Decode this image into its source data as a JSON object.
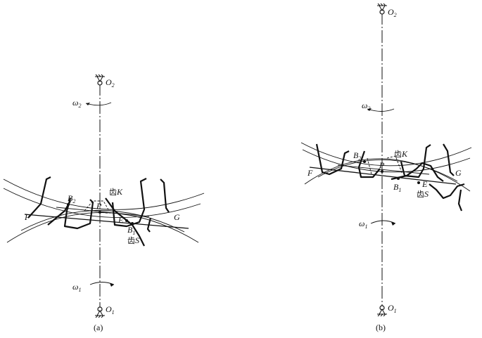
{
  "figure_a": {
    "caption": "(a)",
    "center_top": {
      "letter": "O",
      "sub": "2"
    },
    "center_bottom": {
      "letter": "O",
      "sub": "1"
    },
    "omega_top": {
      "letter": "ω",
      "sub": "2"
    },
    "omega_bottom": {
      "letter": "ω",
      "sub": "1"
    },
    "point_B2": {
      "letter": "B",
      "sub": "2"
    },
    "point_B1": {
      "letter": "B",
      "sub": "1"
    },
    "point_P": "P",
    "point_E": "E",
    "point_F": "F",
    "point_G": "G",
    "tooth_K": {
      "prefix": "齿",
      "letter": "K"
    },
    "tooth_S": {
      "prefix": "齿",
      "letter": "S"
    }
  },
  "figure_b": {
    "caption": "(b)",
    "center_top": {
      "letter": "O",
      "sub": "2"
    },
    "center_bottom": {
      "letter": "O",
      "sub": "1"
    },
    "omega_top": {
      "letter": "ω",
      "sub": "2"
    },
    "omega_bottom": {
      "letter": "ω",
      "sub": "1"
    },
    "point_B2": {
      "letter": "B",
      "sub": "2"
    },
    "point_B1": {
      "letter": "B",
      "sub": "1"
    },
    "point_P": "P",
    "point_E": "E",
    "point_F": "F",
    "point_G": "G",
    "tooth_K": {
      "prefix": "齿",
      "letter": "K"
    },
    "tooth_S": {
      "prefix": "齿",
      "letter": "S"
    }
  }
}
